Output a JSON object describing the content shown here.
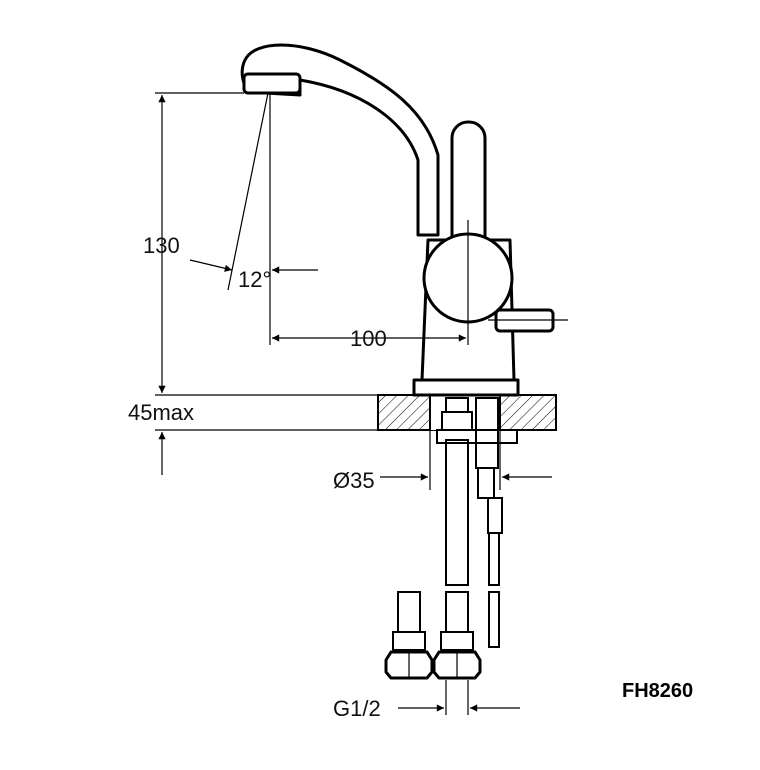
{
  "diagram": {
    "model": "FH8260",
    "dimensions": {
      "height": "130",
      "angle": "12°",
      "reach": "100",
      "deck_thickness": "45max",
      "hole_diameter": "Ø35",
      "connection": "G1/2"
    }
  }
}
